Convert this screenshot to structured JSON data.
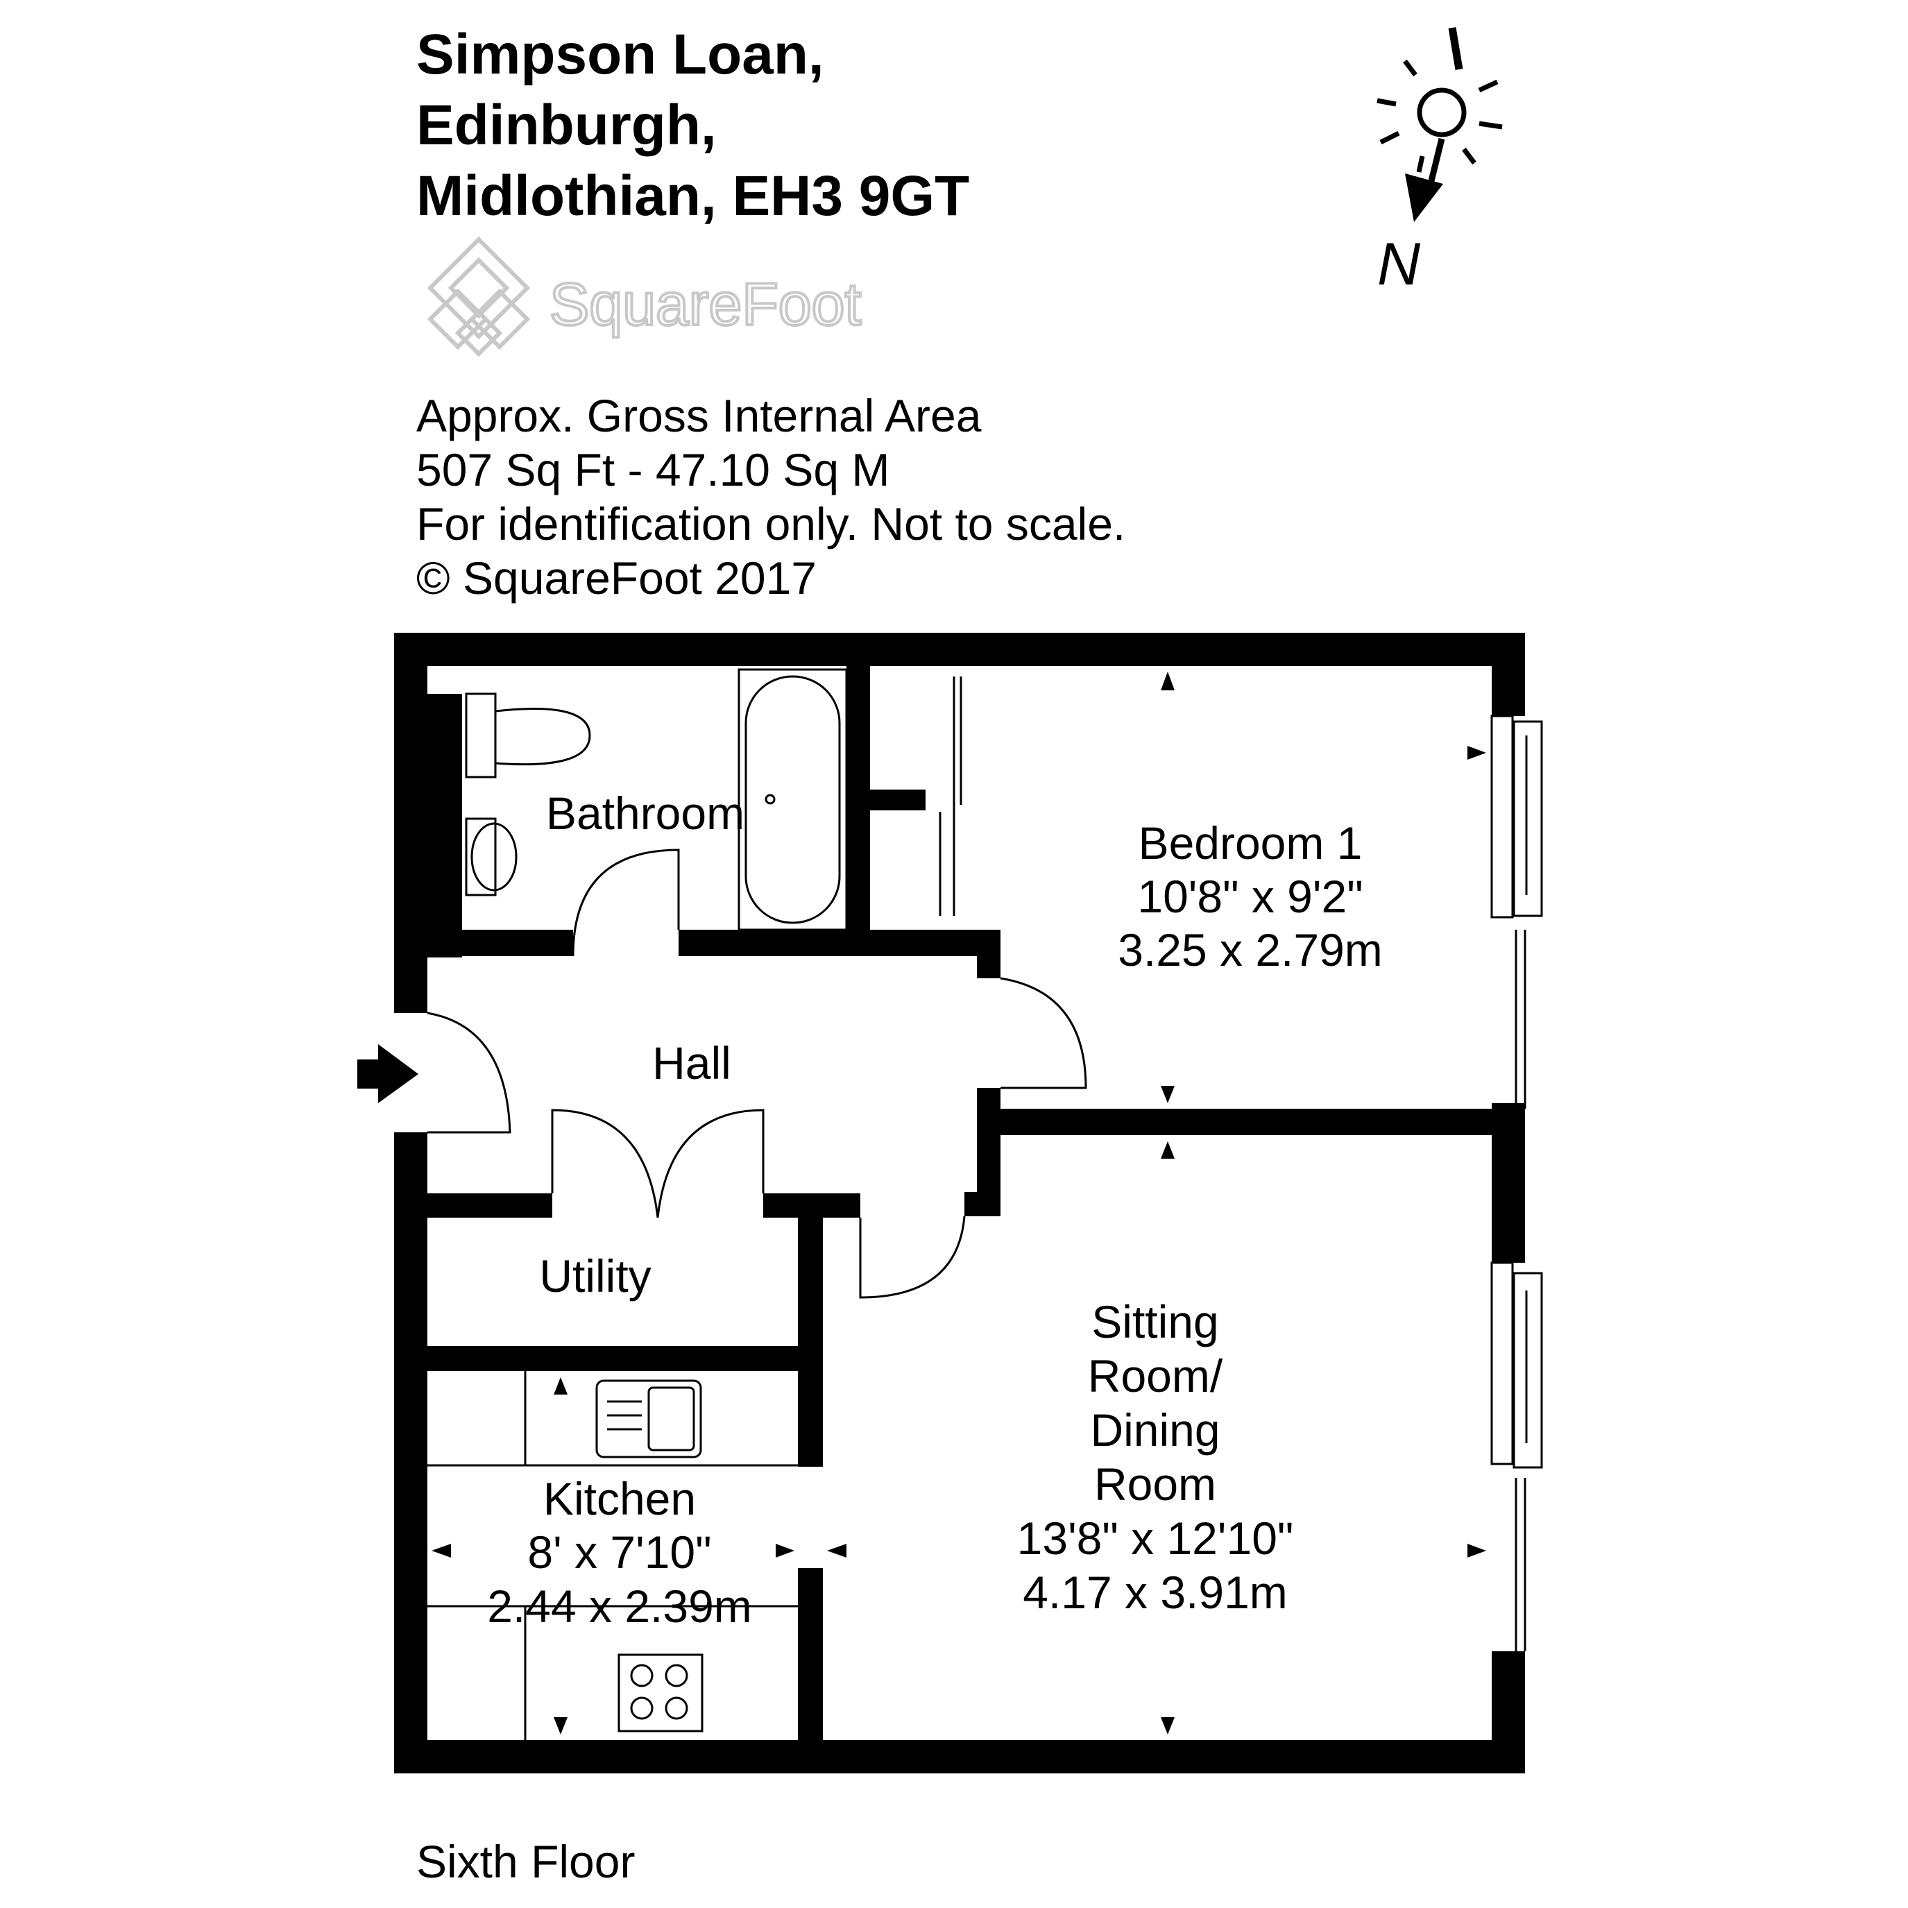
{
  "address": {
    "line1": "Simpson Loan,",
    "line2": "Edinburgh,",
    "line3": "Midlothian, EH3 9GT"
  },
  "brand": {
    "name": "SquareFoot",
    "logo_icon": "squarefoot-diamond-logo",
    "logo_color": "#c8c8c8"
  },
  "info": {
    "line1": "Approx. Gross Internal Area",
    "line2": "507 Sq Ft  -  47.10 Sq M",
    "line3": "For identification only. Not to scale.",
    "line4": "© SquareFoot 2017"
  },
  "compass": {
    "label": "N",
    "icon": "sun-north-arrow-icon"
  },
  "rooms": {
    "bathroom": {
      "name": "Bathroom"
    },
    "bedroom1": {
      "name": "Bedroom 1",
      "dim_imperial": "10'8\" x 9'2\"",
      "dim_metric": "3.25 x 2.79m"
    },
    "hall": {
      "name": "Hall"
    },
    "utility": {
      "name": "Utility"
    },
    "kitchen": {
      "name": "Kitchen",
      "dim_imperial": "8' x 7'10\"",
      "dim_metric": "2.44 x 2.39m"
    },
    "sitting": {
      "name_line1": "Sitting",
      "name_line2": "Room/",
      "name_line3": "Dining",
      "name_line4": "Room",
      "dim_imperial": "13'8\" x 12'10\"",
      "dim_metric": "4.17 x 3.91m"
    }
  },
  "entrance_icon": "entrance-arrow-icon",
  "floor_label": "Sixth Floor",
  "colors": {
    "wall": "#000000",
    "background": "#ffffff",
    "logo": "#c8c8c8"
  }
}
